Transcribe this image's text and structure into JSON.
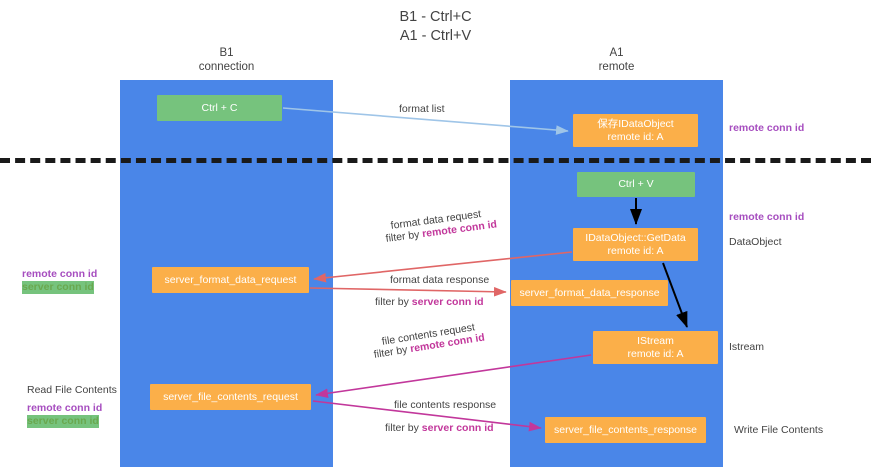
{
  "title": {
    "line1": "B1 - Ctrl+C",
    "line2": "A1 - Ctrl+V"
  },
  "columns": {
    "left": {
      "name": "B1",
      "role": "connection"
    },
    "right": {
      "name": "A1",
      "role": "remote"
    }
  },
  "nodes": {
    "ctrl_c": {
      "label": "Ctrl + C",
      "color": "#76c37d"
    },
    "data_object": {
      "line1": "保存IDataObject",
      "line2": "remote id: A",
      "color": "#fbaf49"
    },
    "ctrl_v": {
      "label": "Ctrl + V",
      "color": "#76c37d"
    },
    "get_data": {
      "line1": "IDataObject::GetData",
      "line2": "remote id: A",
      "color": "#fbaf49"
    },
    "format_data_request": {
      "label": "server_format_data_request",
      "color": "#fbaf49"
    },
    "format_data_response": {
      "label": "server_format_data_response",
      "color": "#fbaf49"
    },
    "istream": {
      "line1": "IStream",
      "line2": "remote id: A",
      "color": "#fbaf49"
    },
    "file_contents_request": {
      "label": "server_file_contents_request",
      "color": "#fbaf49"
    },
    "file_contents_response": {
      "label": "server_file_contents_response",
      "color": "#fbaf49"
    }
  },
  "edge_labels": {
    "format_list": "format list",
    "format_data_request": "format data request",
    "format_data_request_filter_prefix": "filter by ",
    "format_data_request_filter_key": "remote conn id",
    "format_data_response": "format data response",
    "format_data_response_filter_prefix": "filter by ",
    "format_data_response_filter_key": "server conn id",
    "file_contents_request": "file contents request",
    "file_contents_request_filter_prefix": "filter by ",
    "file_contents_request_filter_key": "remote conn id",
    "file_contents_response": "file contents response",
    "file_contents_response_filter_prefix": "filter by ",
    "file_contents_response_filter_key": "server conn id"
  },
  "side_labels": {
    "right_remote_conn_id_top": "remote conn id",
    "right_remote_conn_id_mid": "remote conn id",
    "data_object": "DataObject",
    "istream": "Istream",
    "write_file_contents": "Write File Contents",
    "left_remote_conn_id_mid": "remote conn id",
    "left_server_conn_id_mid": "server conn id",
    "read_file_contents": "Read File Contents",
    "left_remote_conn_id_bottom": "remote conn id",
    "left_server_conn_id_bottom": "server conn id"
  },
  "colors": {
    "band": "#4a86e8",
    "green_node": "#76c37d",
    "orange_node": "#fbaf49",
    "divider": "#1a1a1a",
    "purple_text": "#a64dbf",
    "green_text": "#6aa84f",
    "magenta_text": "#c2379b",
    "arrow_blue": "#9fc5e8",
    "arrow_red": "#e06666",
    "arrow_magenta": "#c2379b",
    "arrow_black": "#000000",
    "body_text": "#434343"
  }
}
